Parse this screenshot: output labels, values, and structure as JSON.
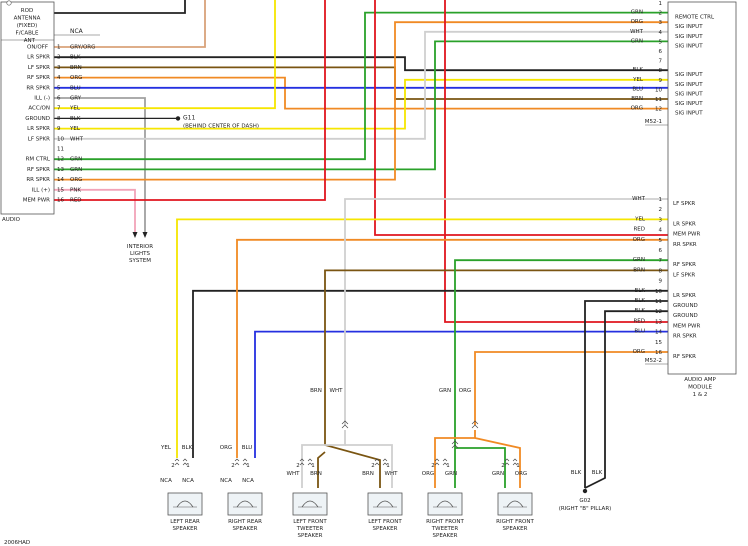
{
  "colors": {
    "yel": "#f6e600",
    "red": "#e0161f",
    "grn": "#2aa12a",
    "blk": "#222222",
    "blu": "#2530e0",
    "org": "#f08a24",
    "brn": "#7a5512",
    "wht": "#cfcfcf",
    "gry": "#a0a0a0",
    "pnk": "#f2a3b8",
    "gryorg": "#d9a27a"
  },
  "audio_unit": {
    "header_lines": [
      "ROD",
      "ANTENNA",
      "(FIXED)",
      "F/CABLE"
    ],
    "nca": "NCA",
    "label": "AUDIO",
    "pins": [
      {
        "num": "1",
        "name": "ANT ON/OFF",
        "wire": "GRY/ORG"
      },
      {
        "num": "2",
        "name": "LR SPKR",
        "wire": "BLK"
      },
      {
        "num": "3",
        "name": "LF SPKR",
        "wire": "BRN"
      },
      {
        "num": "4",
        "name": "RF SPKR",
        "wire": "ORG"
      },
      {
        "num": "5",
        "name": "RR SPKR",
        "wire": "BLU"
      },
      {
        "num": "6",
        "name": "ILL (-)",
        "wire": "GRY"
      },
      {
        "num": "7",
        "name": "ACC/ON",
        "wire": "YEL"
      },
      {
        "num": "8",
        "name": "GROUND",
        "wire": "BLK"
      },
      {
        "num": "9",
        "name": "LR SPKR",
        "wire": "YEL"
      },
      {
        "num": "10",
        "name": "LF SPKR",
        "wire": "WHT"
      },
      {
        "num": "11",
        "name": "",
        "wire": ""
      },
      {
        "num": "12",
        "name": "RM CTRL",
        "wire": "GRN"
      },
      {
        "num": "13",
        "name": "RF SPKR",
        "wire": "GRN"
      },
      {
        "num": "14",
        "name": "RR SPKR",
        "wire": "ORG"
      },
      {
        "num": "15",
        "name": "ILL (+)",
        "wire": "PNK"
      },
      {
        "num": "16",
        "name": "MEM PWR",
        "wire": "RED"
      }
    ]
  },
  "ground_g11": {
    "id": "G11",
    "desc": "(BEHIND CENTER OF DASH)"
  },
  "interior_lights": [
    "INTERIOR",
    "LIGHTS",
    "SYSTEM"
  ],
  "amp_module": {
    "label_lines": [
      "AUDIO AMP",
      "MODULE",
      "1 & 2"
    ],
    "conn1_pins": [
      {
        "num": "1",
        "name": "",
        "wire": ""
      },
      {
        "num": "2",
        "name": "REMOTE CTRL",
        "wire": "GRN"
      },
      {
        "num": "3",
        "name": "SIG INPUT",
        "wire": "ORG"
      },
      {
        "num": "4",
        "name": "SIG INPUT",
        "wire": "WHT"
      },
      {
        "num": "5",
        "name": "SIG INPUT",
        "wire": "GRN"
      },
      {
        "num": "6",
        "name": "",
        "wire": ""
      },
      {
        "num": "7",
        "name": "",
        "wire": ""
      },
      {
        "num": "8",
        "name": "SIG INPUT",
        "wire": "BLK"
      },
      {
        "num": "9",
        "name": "SIG INPUT",
        "wire": "YEL"
      },
      {
        "num": "10",
        "name": "SIG INPUT",
        "wire": "BLU"
      },
      {
        "num": "11",
        "name": "SIG INPUT",
        "wire": "BRN"
      },
      {
        "num": "12",
        "name": "SIG INPUT",
        "wire": "ORG"
      }
    ],
    "conn1_id": "M52-1",
    "conn2_pins": [
      {
        "num": "1",
        "name": "LF SPKR",
        "wire": "WHT"
      },
      {
        "num": "2",
        "name": "",
        "wire": ""
      },
      {
        "num": "3",
        "name": "LR SPKR",
        "wire": "YEL"
      },
      {
        "num": "4",
        "name": "MEM PWR",
        "wire": "RED"
      },
      {
        "num": "5",
        "name": "RR SPKR",
        "wire": "ORG"
      },
      {
        "num": "6",
        "name": "",
        "wire": ""
      },
      {
        "num": "7",
        "name": "RF SPKR",
        "wire": "GRN"
      },
      {
        "num": "8",
        "name": "LF SPKR",
        "wire": "BRN"
      },
      {
        "num": "9",
        "name": "",
        "wire": ""
      },
      {
        "num": "10",
        "name": "LR SPKR",
        "wire": "BLK"
      },
      {
        "num": "11",
        "name": "GROUND",
        "wire": "BLK"
      },
      {
        "num": "12",
        "name": "GROUND",
        "wire": "BLK"
      },
      {
        "num": "13",
        "name": "MEM PWR",
        "wire": "RED"
      },
      {
        "num": "14",
        "name": "RR SPKR",
        "wire": "BLU"
      },
      {
        "num": "15",
        "name": "",
        "wire": ""
      },
      {
        "num": "16",
        "name": "RF SPKR",
        "wire": "ORG"
      }
    ],
    "conn2_id": "M52-2"
  },
  "speakers": [
    {
      "name_lines": [
        "LEFT REAR",
        "SPEAKER"
      ],
      "wire_labels": [
        "YEL",
        "BLK"
      ],
      "nca": [
        "NCA",
        "NCA"
      ]
    },
    {
      "name_lines": [
        "RIGHT REAR",
        "SPEAKER"
      ],
      "wire_labels": [
        "ORG",
        "BLU"
      ],
      "nca": [
        "NCA",
        "NCA"
      ]
    },
    {
      "name_lines": [
        "LEFT FRONT",
        "TWEETER",
        "SPEAKER"
      ],
      "wire_labels": [
        "WHT",
        "BRN"
      ]
    },
    {
      "name_lines": [
        "LEFT FRONT",
        "SPEAKER"
      ],
      "wire_labels": [
        "BRN",
        "WHT"
      ]
    },
    {
      "name_lines": [
        "RIGHT FRONT",
        "TWEETER",
        "SPEAKER"
      ],
      "wire_labels": [
        "ORG",
        "GRN"
      ]
    },
    {
      "name_lines": [
        "RIGHT FRONT",
        "SPEAKER"
      ],
      "wire_labels": [
        "GRN",
        "ORG"
      ]
    }
  ],
  "splice_labels": {
    "left": [
      "BRN",
      "WHT"
    ],
    "right": [
      "GRN",
      "ORG"
    ]
  },
  "ground_g02": {
    "id": "G02",
    "desc": "(RIGHT \"B\" PILLAR)",
    "wires": [
      "BLK",
      "BLK"
    ]
  },
  "diagram_id": "2006HAD"
}
